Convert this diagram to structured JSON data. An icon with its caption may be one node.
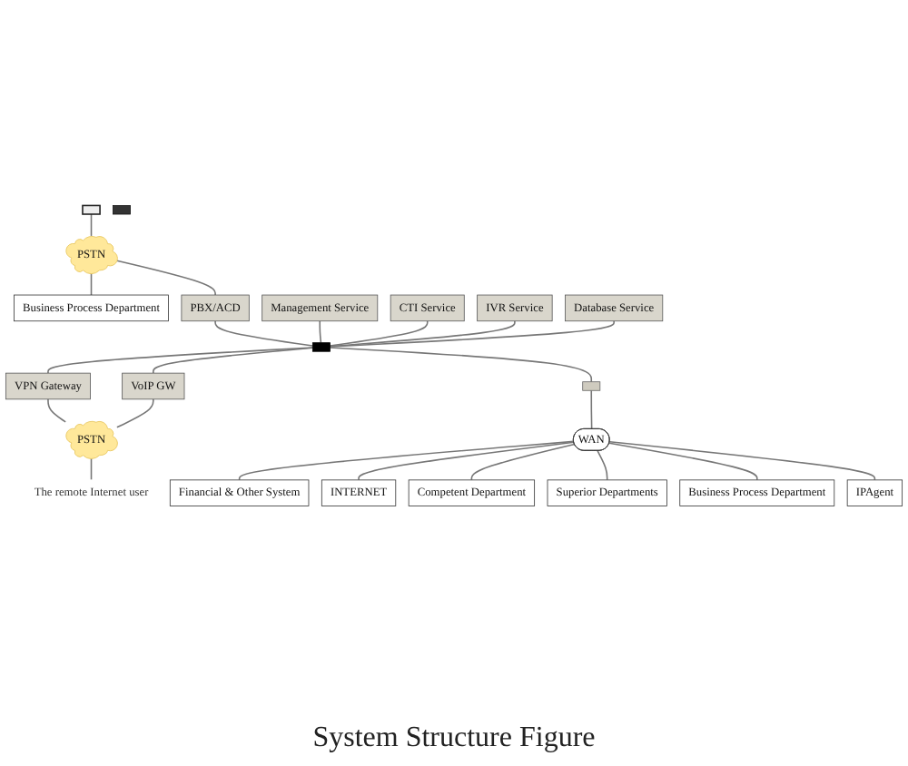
{
  "diagram": {
    "caption": "System Structure Figure",
    "nodes": [
      {
        "text": [],
        "shape": "phone"
      },
      {
        "text": [],
        "shape": "computer"
      },
      {
        "text": [
          "PSTN"
        ]
      },
      {
        "text": [
          "Business Process Department"
        ]
      },
      {
        "text": [
          "PBX/ACD"
        ]
      },
      {
        "text": [],
        "shape": "bar"
      },
      {
        "text": [
          "Management Service"
        ]
      },
      {
        "text": [
          "CTI Service"
        ]
      },
      {
        "text": [
          "IVR Service"
        ]
      },
      {
        "text": [
          "Database Service"
        ]
      },
      {
        "text": [
          "VPN Gateway"
        ]
      },
      {
        "text": [
          "VoIP GW"
        ]
      },
      {
        "text": [
          "PSTN"
        ]
      },
      {
        "text": [
          "The remote Internet user"
        ]
      },
      {
        "text": [],
        "shape": "router"
      },
      {
        "text": [
          "WAN"
        ]
      },
      {
        "text": [
          "Financial & Other System"
        ]
      },
      {
        "text": [
          "INTERNET"
        ]
      },
      {
        "text": [
          "Competent Department"
        ]
      },
      {
        "text": [
          "Superior Departments"
        ]
      },
      {
        "text": [
          "Business Process Department"
        ]
      },
      {
        "text": [
          "IPAgent"
        ]
      }
    ],
    "edges": [
      {
        "from": 0,
        "to": 2,
        "arrow": "none"
      },
      {
        "from": 2,
        "to": 3,
        "arrow": "none"
      },
      {
        "from": 2,
        "to": 4,
        "arrow": "none"
      },
      {
        "from": 4,
        "to": 5,
        "arrow": "none"
      },
      {
        "from": 6,
        "to": 5,
        "arrow": "none"
      },
      {
        "from": 7,
        "to": 5,
        "arrow": "none"
      },
      {
        "from": 8,
        "to": 5,
        "arrow": "none"
      },
      {
        "from": 9,
        "to": 5,
        "arrow": "none"
      },
      {
        "from": 5,
        "to": 10,
        "arrow": "none"
      },
      {
        "from": 5,
        "to": 11,
        "arrow": "none"
      },
      {
        "from": 10,
        "to": 12,
        "arrow": "none"
      },
      {
        "from": 11,
        "to": 12,
        "arrow": "none"
      },
      {
        "from": 12,
        "to": 13,
        "arrow": "none"
      },
      {
        "from": 5,
        "to": 14,
        "arrow": "none"
      },
      {
        "from": 14,
        "to": 15,
        "arrow": "none"
      },
      {
        "from": 15,
        "to": 16,
        "arrow": "none"
      },
      {
        "from": 15,
        "to": 17,
        "arrow": "none"
      },
      {
        "from": 15,
        "to": 18,
        "arrow": "none"
      },
      {
        "from": 15,
        "to": 19,
        "arrow": "none"
      },
      {
        "from": 15,
        "to": 20,
        "arrow": "none"
      },
      {
        "from": 15,
        "to": 21,
        "arrow": "none"
      }
    ]
  }
}
